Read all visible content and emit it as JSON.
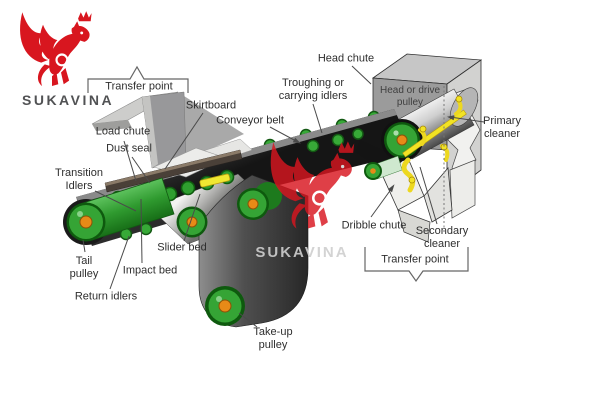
{
  "brand": {
    "name": "SUKAVINA",
    "logo_color": "#d8161f",
    "text_color": "#515254"
  },
  "watermark": {
    "text": "SUKAVINA"
  },
  "diagram": {
    "title_implicit": "Conveyor belt system components",
    "labels": {
      "transfer_point_left": "Transfer point",
      "load_chute": "Load chute",
      "dust_seal": "Dust seal",
      "skirtboard": "Skirtboard",
      "conveyor_belt": "Conveyor belt",
      "transition_idlers": "Transition\nIdlers",
      "tail_pulley": "Tail\npulley",
      "impact_bed": "Impact bed",
      "return_idlers": "Return idlers",
      "slider_bed": "Slider bed",
      "take_up_pulley": "Take-up\npulley",
      "head_chute": "Head chute",
      "troughing_idlers": "Troughing or\ncarrying idlers",
      "head_or_drive_pulley": "Head or drive\npulley",
      "primary_cleaner": "Primary\ncleaner",
      "secondary_cleaner": "Secondary\ncleaner",
      "dribble_chute": "Dribble chute",
      "transfer_point_right": "Transfer point"
    },
    "colors": {
      "pulley_green": "#2f9e2f",
      "pulley_green_dark": "#0f5c0f",
      "hub_orange": "#e78a17",
      "cleaner_yellow": "#f0e22a",
      "belt_dark": "#222222",
      "metal_gray": "#c4c4c4",
      "chute_gray": "#98989a",
      "label_color": "#2e2e2e",
      "watermark_gray": "#cfcfcf"
    }
  }
}
